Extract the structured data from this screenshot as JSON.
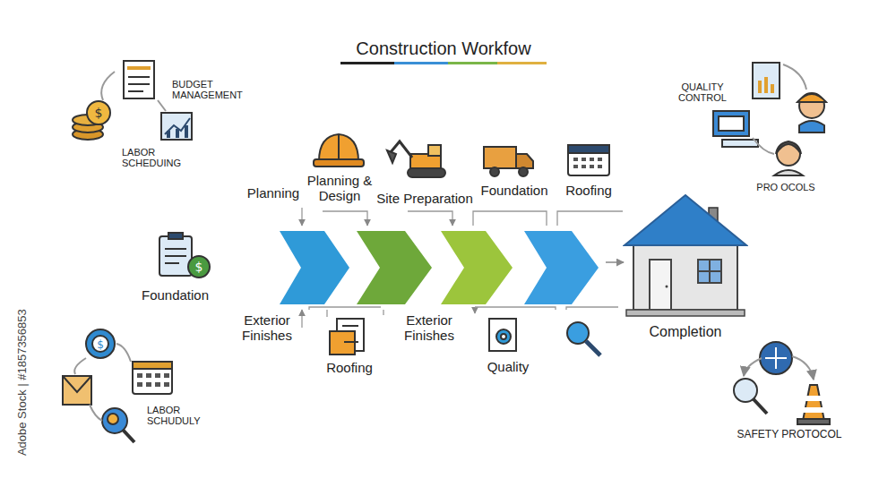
{
  "diagram": {
    "title": "Construction Workfow",
    "nodes": [
      {
        "text": [
          "Completion"
        ]
      }
    ],
    "labels": [
      "Planning",
      "Planning & Design",
      "Site Preparation",
      "Foundation",
      "Roofing",
      "Exterior Finishes",
      "Roofing",
      "Exterior Finishes",
      "Quality",
      "BUDGET MANAGEMENT",
      "LABOR SCHEDUING",
      "Foundation",
      "LABOR SCHUDULY",
      "QUALITY CONTROL",
      "PRO OCOLS",
      "SAFETY PROTOCOL",
      "Adobe Stock | #1857356853"
    ]
  }
}
